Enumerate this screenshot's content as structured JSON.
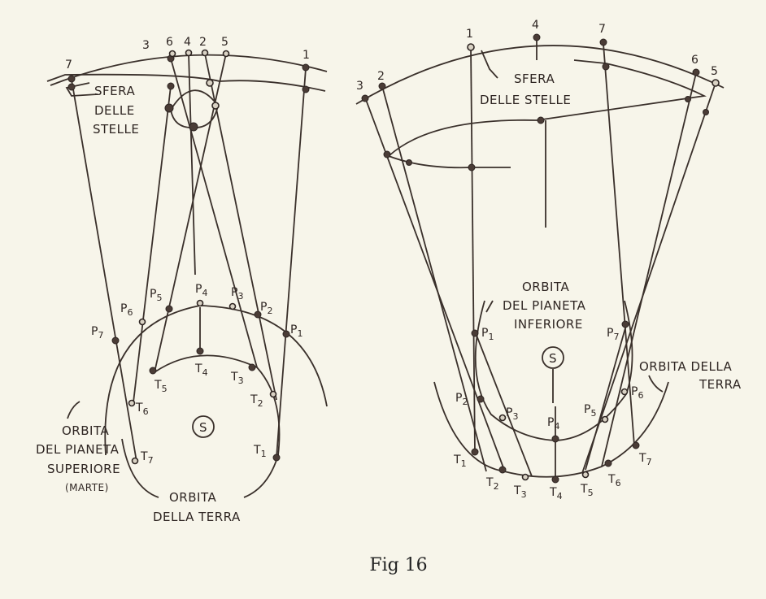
{
  "figure": {
    "caption": "Fig 16",
    "ink_color": "#3a302b",
    "paper_color": "#f7f5ea"
  },
  "left_panel": {
    "title_sphere": [
      "SFERA",
      "DELLE",
      "STELLE"
    ],
    "planet_orbit_label": [
      "ORBITA",
      "DEL PIANETA",
      "SUPERIORE",
      "(MARTE)"
    ],
    "earth_orbit_label": [
      "ORBITA",
      "DELLA TERRA"
    ],
    "sun_label": "S",
    "star_positions": [
      "7",
      "3",
      "6",
      "4",
      "2",
      "5",
      "1"
    ],
    "planet_points": [
      {
        "name": "P",
        "sub": "1"
      },
      {
        "name": "P",
        "sub": "2"
      },
      {
        "name": "P",
        "sub": "3"
      },
      {
        "name": "P",
        "sub": "4"
      },
      {
        "name": "P",
        "sub": "5"
      },
      {
        "name": "P",
        "sub": "6"
      },
      {
        "name": "P",
        "sub": "7"
      }
    ],
    "earth_points": [
      {
        "name": "T",
        "sub": "1"
      },
      {
        "name": "T",
        "sub": "2"
      },
      {
        "name": "T",
        "sub": "3"
      },
      {
        "name": "T",
        "sub": "4"
      },
      {
        "name": "T",
        "sub": "5"
      },
      {
        "name": "T",
        "sub": "6"
      },
      {
        "name": "T",
        "sub": "7"
      }
    ]
  },
  "right_panel": {
    "title_sphere": [
      "SFERA",
      "DELLE STELLE"
    ],
    "planet_orbit_label": [
      "ORBITA",
      "DEL PIANETA",
      "INFERIORE"
    ],
    "earth_orbit_label": [
      "ORBITA DELLA",
      "TERRA"
    ],
    "sun_label": "S",
    "star_positions": [
      "3",
      "2",
      "1",
      "4",
      "7",
      "6",
      "5"
    ],
    "planet_points": [
      {
        "name": "P",
        "sub": "1"
      },
      {
        "name": "P",
        "sub": "2"
      },
      {
        "name": "P",
        "sub": "3"
      },
      {
        "name": "P",
        "sub": "4"
      },
      {
        "name": "P",
        "sub": "5"
      },
      {
        "name": "P",
        "sub": "6"
      },
      {
        "name": "P",
        "sub": "7"
      }
    ],
    "earth_points": [
      {
        "name": "T",
        "sub": "1"
      },
      {
        "name": "T",
        "sub": "2"
      },
      {
        "name": "T",
        "sub": "3"
      },
      {
        "name": "T",
        "sub": "4"
      },
      {
        "name": "T",
        "sub": "5"
      },
      {
        "name": "T",
        "sub": "6"
      },
      {
        "name": "T",
        "sub": "7"
      }
    ]
  }
}
